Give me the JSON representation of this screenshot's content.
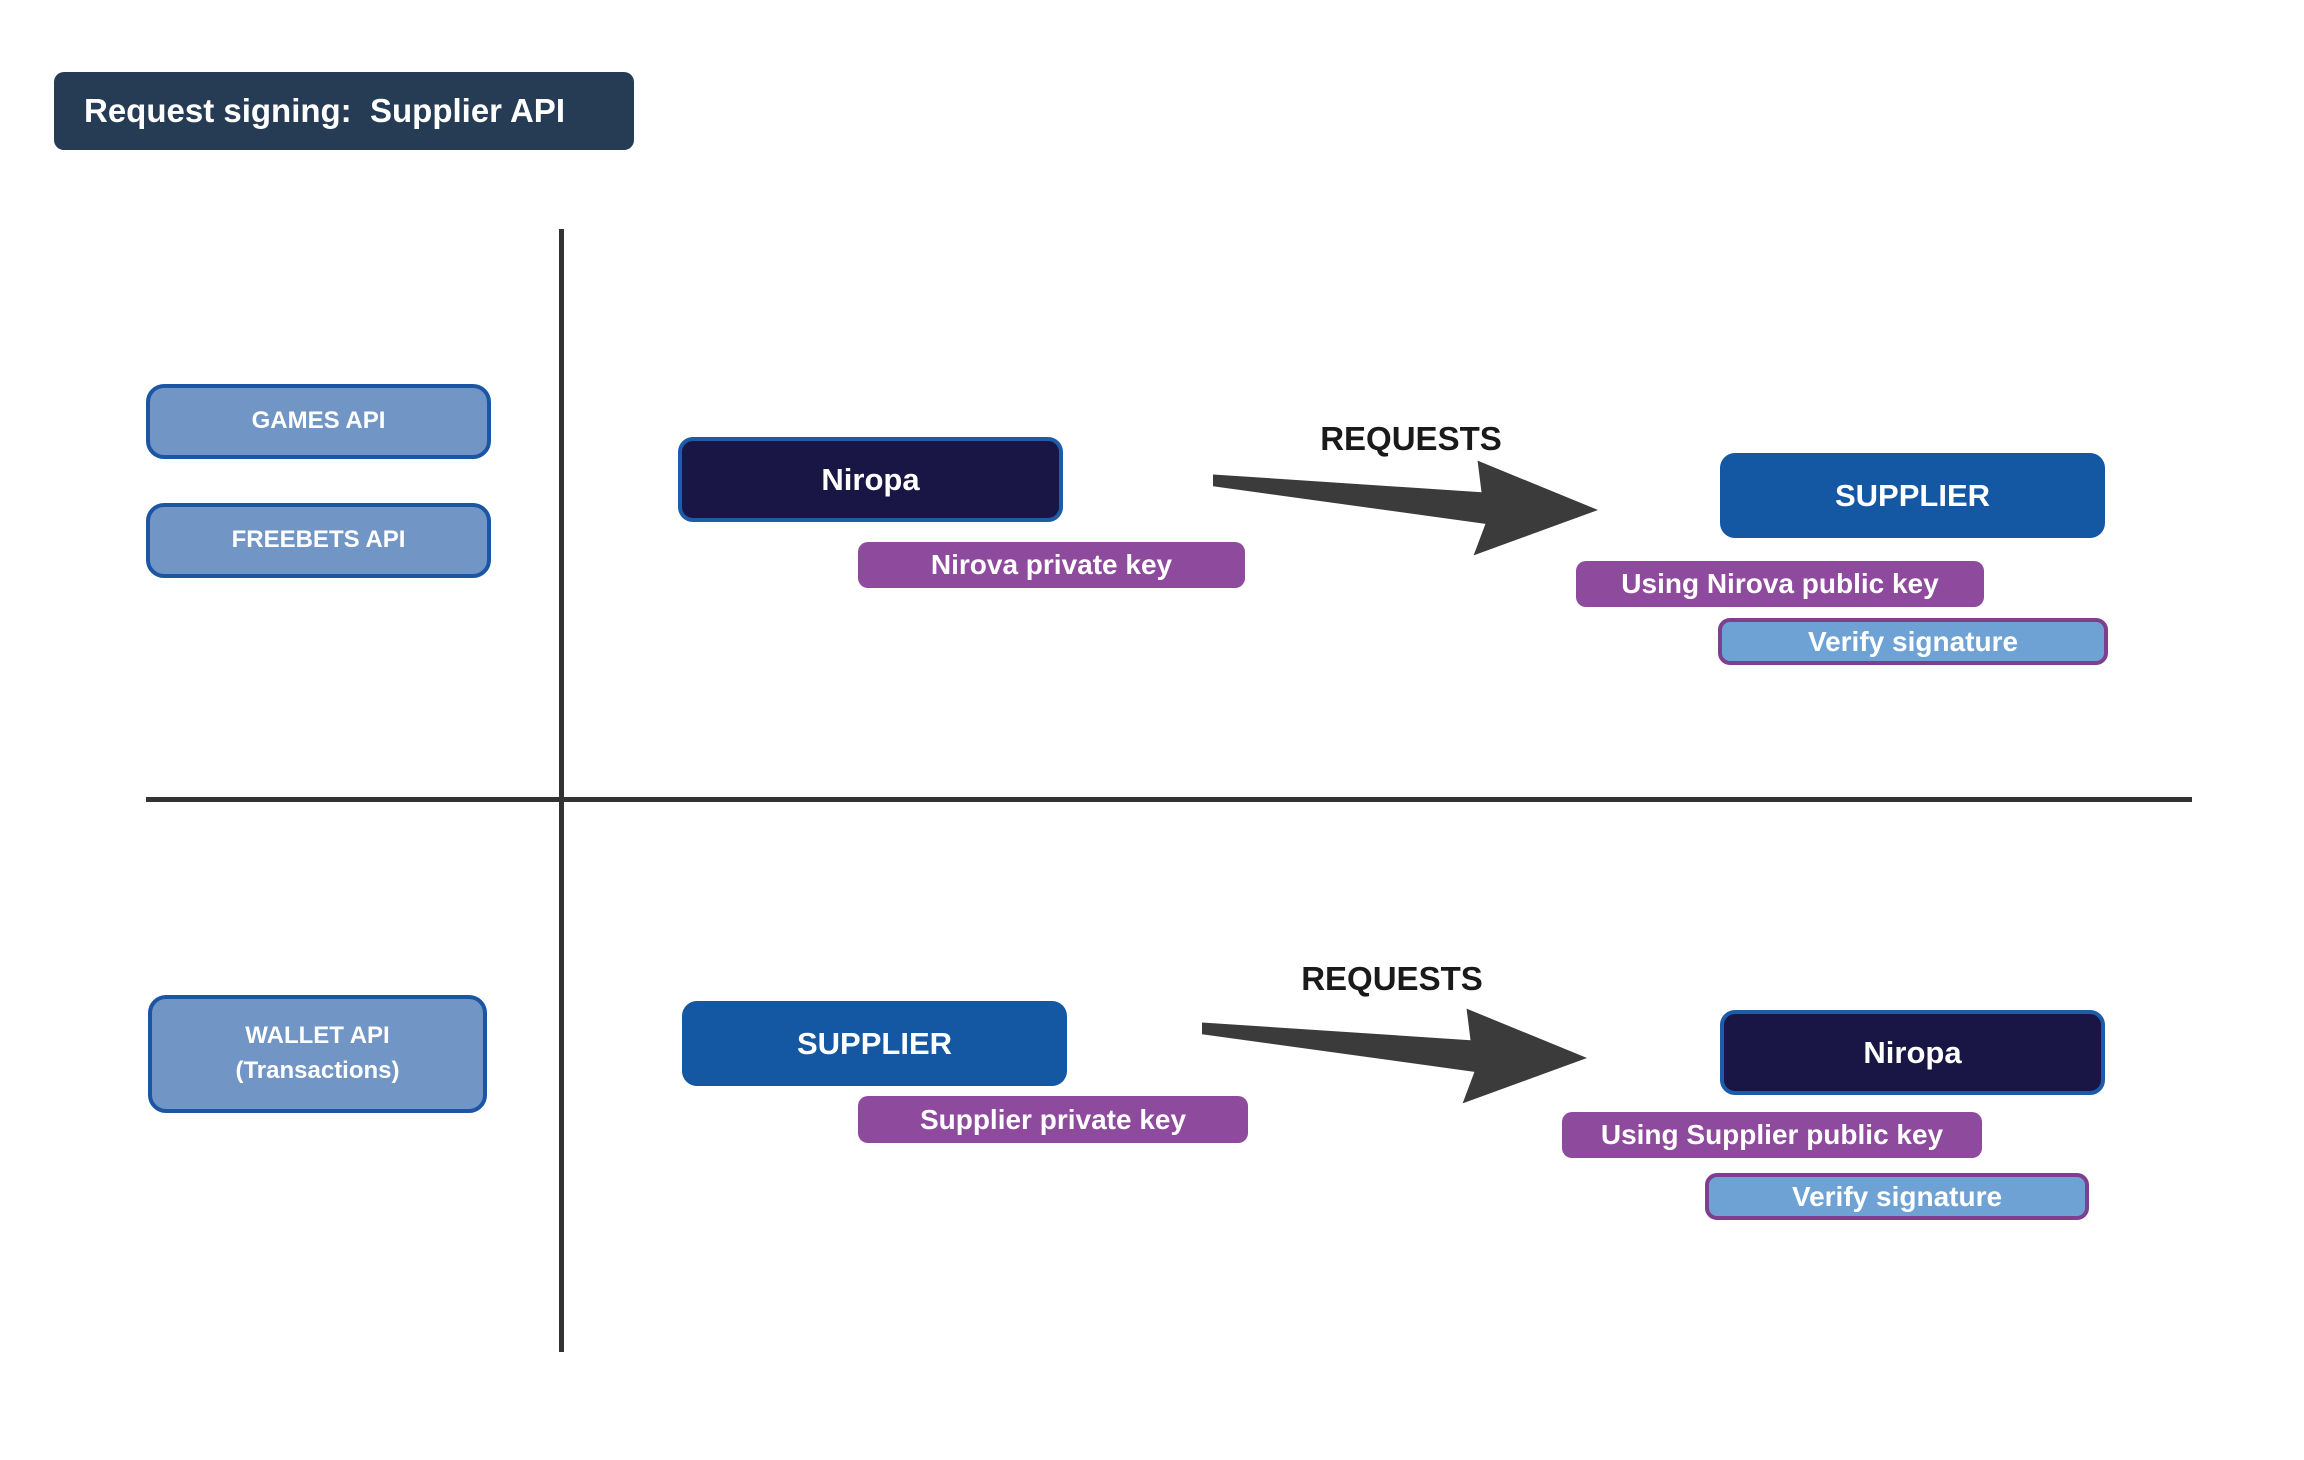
{
  "title": "Request signing:  Supplier API",
  "left_panel": {
    "games_api": "GAMES API",
    "freebets_api": "FREEBETS API",
    "wallet_api_line1": "WALLET API",
    "wallet_api_line2": "(Transactions)"
  },
  "flows": [
    {
      "sender": "Niropa",
      "sender_key_label": "Nirova private key",
      "arrow_label": "REQUESTS",
      "receiver": "SUPPLIER",
      "receiver_key_label": "Using Nirova public key",
      "verify_label": "Verify signature"
    },
    {
      "sender": "SUPPLIER",
      "sender_key_label": "Supplier private key",
      "arrow_label": "REQUESTS",
      "receiver": "Niropa",
      "receiver_key_label": "Using Supplier public key",
      "verify_label": "Verify signature"
    }
  ],
  "colors": {
    "title_bg": "#263C55",
    "api_box_bg": "#7195C5",
    "api_box_border": "#1C55A4",
    "dark_navy_bg": "#191544",
    "dark_navy_border": "#1C5CA8",
    "supplier_blue_bg": "#1458A3",
    "key_label_bg": "#8E4A9C",
    "verify_bg": "#6EA2D5",
    "verify_border": "#7D3F8E",
    "arrow_fill": "#3B3B3B",
    "divider_line": "#333333"
  }
}
